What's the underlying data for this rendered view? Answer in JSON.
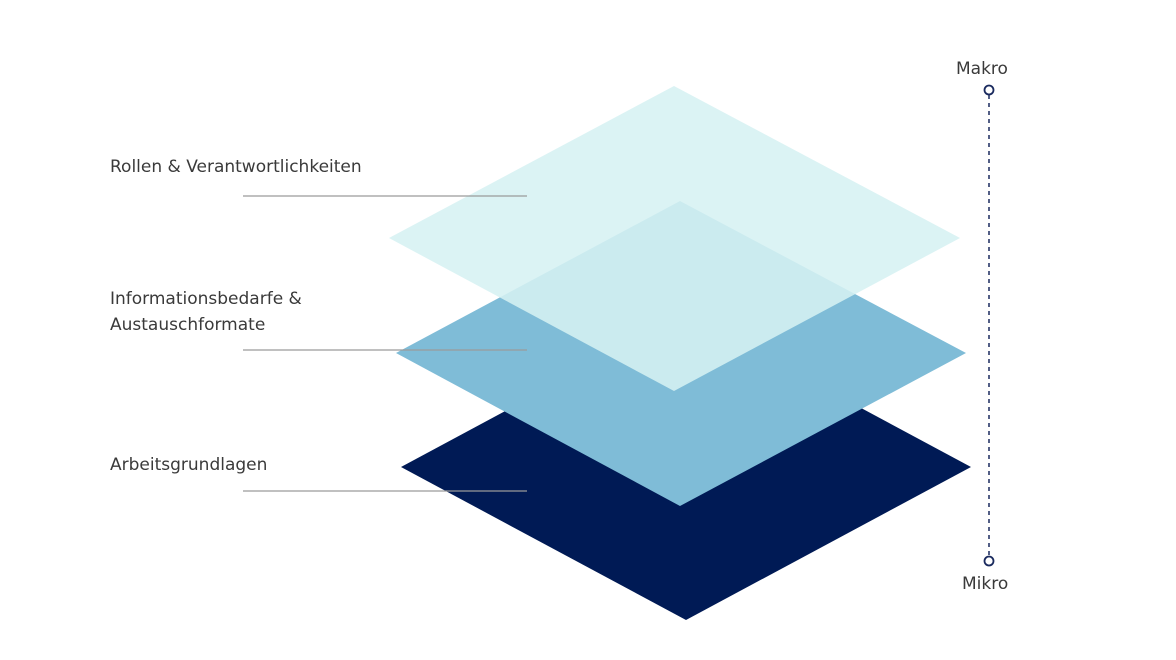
{
  "layers": [
    {
      "label": "Rollen & Verantwortlichkeiten",
      "color": "#d6f1f2"
    },
    {
      "label_line1": "Informationsbedarfe &",
      "label_line2": "Austauschformate",
      "color": "#7fbcd7"
    },
    {
      "label": "Arbeitsgrundlagen",
      "color": "#001a55"
    }
  ],
  "scale": {
    "top": "Makro",
    "bottom": "Mikro",
    "color": "#1a2a5e"
  }
}
